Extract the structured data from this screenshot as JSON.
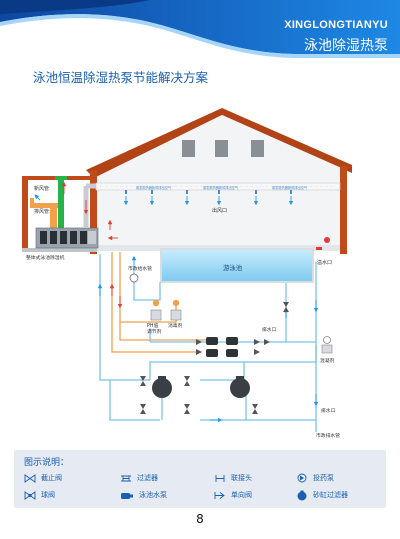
{
  "header": {
    "brand_en": "XINGLONGTIANYU",
    "brand_cn": "泳池除湿热泵",
    "colors": {
      "primary": "#1565c0",
      "accent": "#2196f3"
    }
  },
  "page_heading": "泳池恒温除湿热泵节能解决方案",
  "diagram": {
    "labels": {
      "fresh_air_pipe": "新风管",
      "exhaust_air_pipe": "排风管",
      "outlet_air": "出风口",
      "unit": "整体式泳池除湿机",
      "pool": "游泳池",
      "municipal_water_in": "市政给水管",
      "overflow": "溢水口",
      "ph_unit_l1": "PH值",
      "ph_unit_l2": "调节剂",
      "disinfectant": "消毒剂",
      "drain_mid": "排水口",
      "coagulant": "混凝剂",
      "drain_right": "排水口",
      "municipal_drain": "市政排水管",
      "duct_note": "蒸发散热器新风排出空气"
    },
    "colors": {
      "roof": "#b24317",
      "wall": "#c14a1a",
      "pool": "#9ed9f5",
      "pipe_blue": "#78c2ea",
      "pipe_orange": "#f2a14a",
      "arrow_blue": "#2196f3",
      "arrow_red": "#e53935",
      "fresh_duct": "#27b24a",
      "exhaust_duct": "#f2a14a"
    }
  },
  "legend": {
    "title": "图示说明：",
    "items": [
      {
        "icon": "gate-valve-icon",
        "label": "截止阀"
      },
      {
        "icon": "filter-icon",
        "label": "过滤器"
      },
      {
        "icon": "union-joint-icon",
        "label": "联接头"
      },
      {
        "icon": "dosing-pump-icon",
        "label": "投药泵"
      },
      {
        "icon": "ball-valve-icon",
        "label": "球阀"
      },
      {
        "icon": "pool-pump-icon",
        "label": "泳池水泵"
      },
      {
        "icon": "check-valve-icon",
        "label": "单向阀"
      },
      {
        "icon": "sand-filter-icon",
        "label": "砂缸过滤器"
      }
    ]
  },
  "page_number": "8"
}
